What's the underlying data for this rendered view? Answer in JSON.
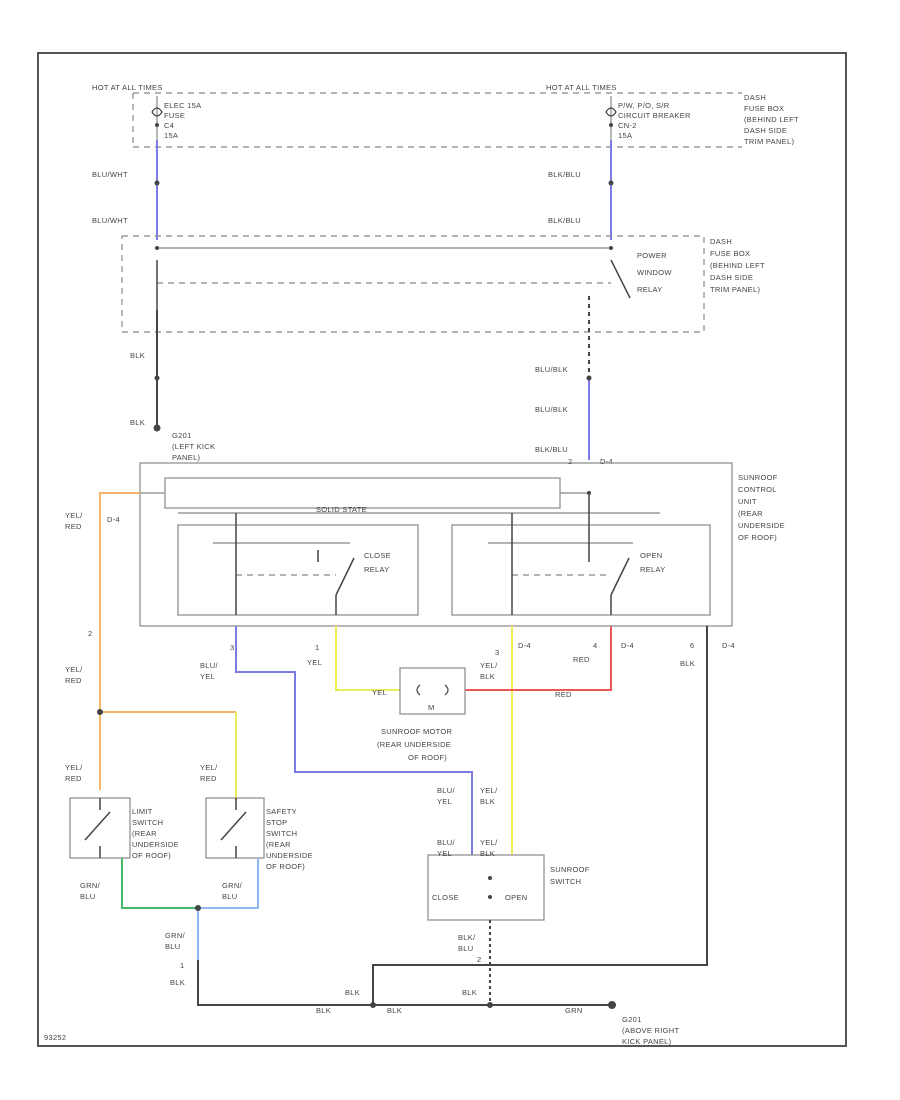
{
  "diagram": {
    "sources": {
      "left_feed": "HOT AT ALL TIMES",
      "right_feed": "HOT AT ALL TIMES",
      "fuse_left": [
        "ELEC 15A",
        "FUSE",
        "C4",
        "15A"
      ],
      "fuse_right": [
        "P/W, P/O, S/R",
        "CIRCUIT BREAKER",
        "CN-2",
        "15A"
      ],
      "dash_fuse_box_top": [
        "DASH",
        "FUSE BOX",
        "(BEHIND LEFT",
        "DASH SIDE",
        "TRIM PANEL)"
      ],
      "dash_fuse_box_mid": [
        "DASH",
        "FUSE BOX",
        "(BEHIND LEFT",
        "DASH SIDE",
        "TRIM PANEL)"
      ]
    },
    "relays": {
      "power_window_relay": [
        "POWER",
        "WINDOW",
        "RELAY"
      ],
      "close_relay": [
        "CLOSE",
        "RELAY"
      ],
      "open_relay": [
        "OPEN",
        "RELAY"
      ],
      "solid_state": "SOLID STATE"
    },
    "ground_g201": [
      "G201",
      "(LEFT KICK",
      "PANEL)"
    ],
    "ground_g201_b": [
      "G201",
      "(ABOVE RIGHT",
      "KICK PANEL)"
    ],
    "control_unit": [
      "SUNROOF",
      "CONTROL",
      "UNIT",
      "(REAR",
      "UNDERSIDE",
      "OF ROOF)"
    ],
    "motor": [
      "SUNROOF MOTOR",
      "(REAR UNDERSIDE",
      "OF ROOF)"
    ],
    "motor_symbol": "M",
    "limit_switch": [
      "LIMIT",
      "SWITCH",
      "(REAR",
      "UNDERSIDE",
      "OF ROOF)"
    ],
    "safety_switch": [
      "SAFETY",
      "STOP",
      "SWITCH",
      "(REAR",
      "UNDERSIDE",
      "OF ROOF)"
    ],
    "sunroof_switch": [
      "SUNROOF",
      "SWITCH"
    ],
    "switch_positions": {
      "close": "CLOSE",
      "open": "OPEN"
    },
    "wire_labels": {
      "blu_wht_1": "BLU/WHT",
      "blu_wht_2": "BLU/WHT",
      "blk_blu_1": "BLK/BLU",
      "blk_blu_2": "BLK/BLU",
      "blk_1": "BLK",
      "blk_2": "BLK",
      "blu_blk_1": "BLU/BLK",
      "blu_blk_2": "BLU/BLK",
      "blk_blu_3": "BLK/BLU",
      "yel_red_1": [
        "YEL/",
        "RED"
      ],
      "yel_red_2": [
        "YEL/",
        "RED"
      ],
      "yel_red_3": [
        "YEL/",
        "RED"
      ],
      "yel_red_4": [
        "YEL/",
        "RED"
      ],
      "blu_yel_1": [
        "BLU/",
        "YEL"
      ],
      "yel_1": "YEL",
      "yel_blk_1": [
        "YEL/",
        "BLK"
      ],
      "red_1": "RED",
      "blk_3": "BLK",
      "yel_motor": "YEL",
      "red_motor": "RED",
      "blu_yel_2": [
        "BLU/",
        "YEL"
      ],
      "yel_blk_2": [
        "YEL/",
        "BLK"
      ],
      "blu_yel_3": [
        "BLU/",
        "YEL"
      ],
      "yel_blk_3": [
        "YEL/",
        "BLK"
      ],
      "grn_blu_1": [
        "GRN/",
        "BLU"
      ],
      "grn_blu_2": [
        "GRN/",
        "BLU"
      ],
      "grn_blu_3": [
        "GRN/",
        "BLU"
      ],
      "blk_4": "BLK",
      "blk_blu_sw": [
        "BLK/",
        "BLU"
      ],
      "blk_5": "BLK",
      "blk_6": "BLK",
      "blk_7": "BLK",
      "grn_g": "GRN"
    },
    "connectors": {
      "d4_a": "D-4",
      "d4_b": "D-4",
      "d4_c": "D-4",
      "d4_d": "D-4",
      "d4_e": "D-4",
      "pin_2a": "2",
      "pin_1a": "1",
      "pin_3a": "3",
      "pin_4a": "4",
      "pin_6a": "6",
      "pin_2b": "2",
      "pin_3b": "3",
      "pin_1b": "1",
      "pin_2c": "2"
    },
    "figure_id": "93252",
    "colors": {
      "blue": "#7b7be8",
      "yellow": "#ecec55",
      "orange": "#f4b56a",
      "red": "#ee5555",
      "green": "#44bb66",
      "light_blue": "#8fb8ee",
      "black": "#444444"
    }
  }
}
